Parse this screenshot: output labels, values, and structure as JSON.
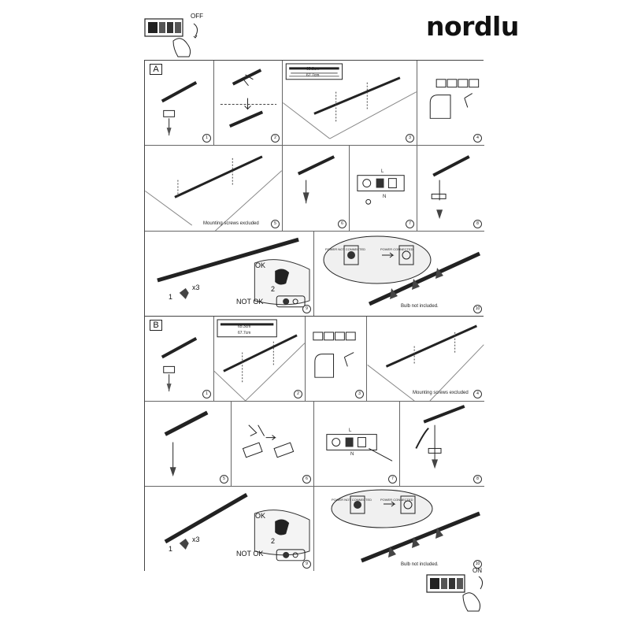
{
  "brand": {
    "name": "nordlu"
  },
  "switches": {
    "top_label": "OFF",
    "bottom_label": "ON"
  },
  "section_a": {
    "label": "A",
    "dims": [
      "65.3cm",
      "67.7cm"
    ],
    "note_screws": "Mounting screws excluded",
    "wire_labels": [
      "L",
      "N"
    ],
    "quantity": "x3",
    "ok_label": "OK",
    "not_ok_label": "NOT OK",
    "power_label": "POWER NOT CONNECTED",
    "power_label_2": "POWER CONNECTED",
    "bulb_note": "Bulb not included.",
    "step_numbers": [
      "1",
      "2",
      "3",
      "4",
      "5",
      "6",
      "7",
      "8",
      "9",
      "10"
    ]
  },
  "section_b": {
    "label": "B",
    "dims": [
      "65.3cm",
      "67.7cm"
    ],
    "note_screws": "Mounting screws excluded",
    "wire_labels": [
      "L",
      "N"
    ],
    "quantity": "x3",
    "ok_label": "OK",
    "not_ok_label": "NOT OK",
    "power_label": "POWER NOT CONNECTED",
    "power_label_2": "POWER CONNECTED",
    "bulb_note": "Bulb not included.",
    "step_numbers": [
      "1",
      "2",
      "3",
      "4",
      "5",
      "6",
      "7",
      "8",
      "9",
      "10"
    ]
  },
  "step_markers": {
    "one": "1",
    "two": "2"
  }
}
